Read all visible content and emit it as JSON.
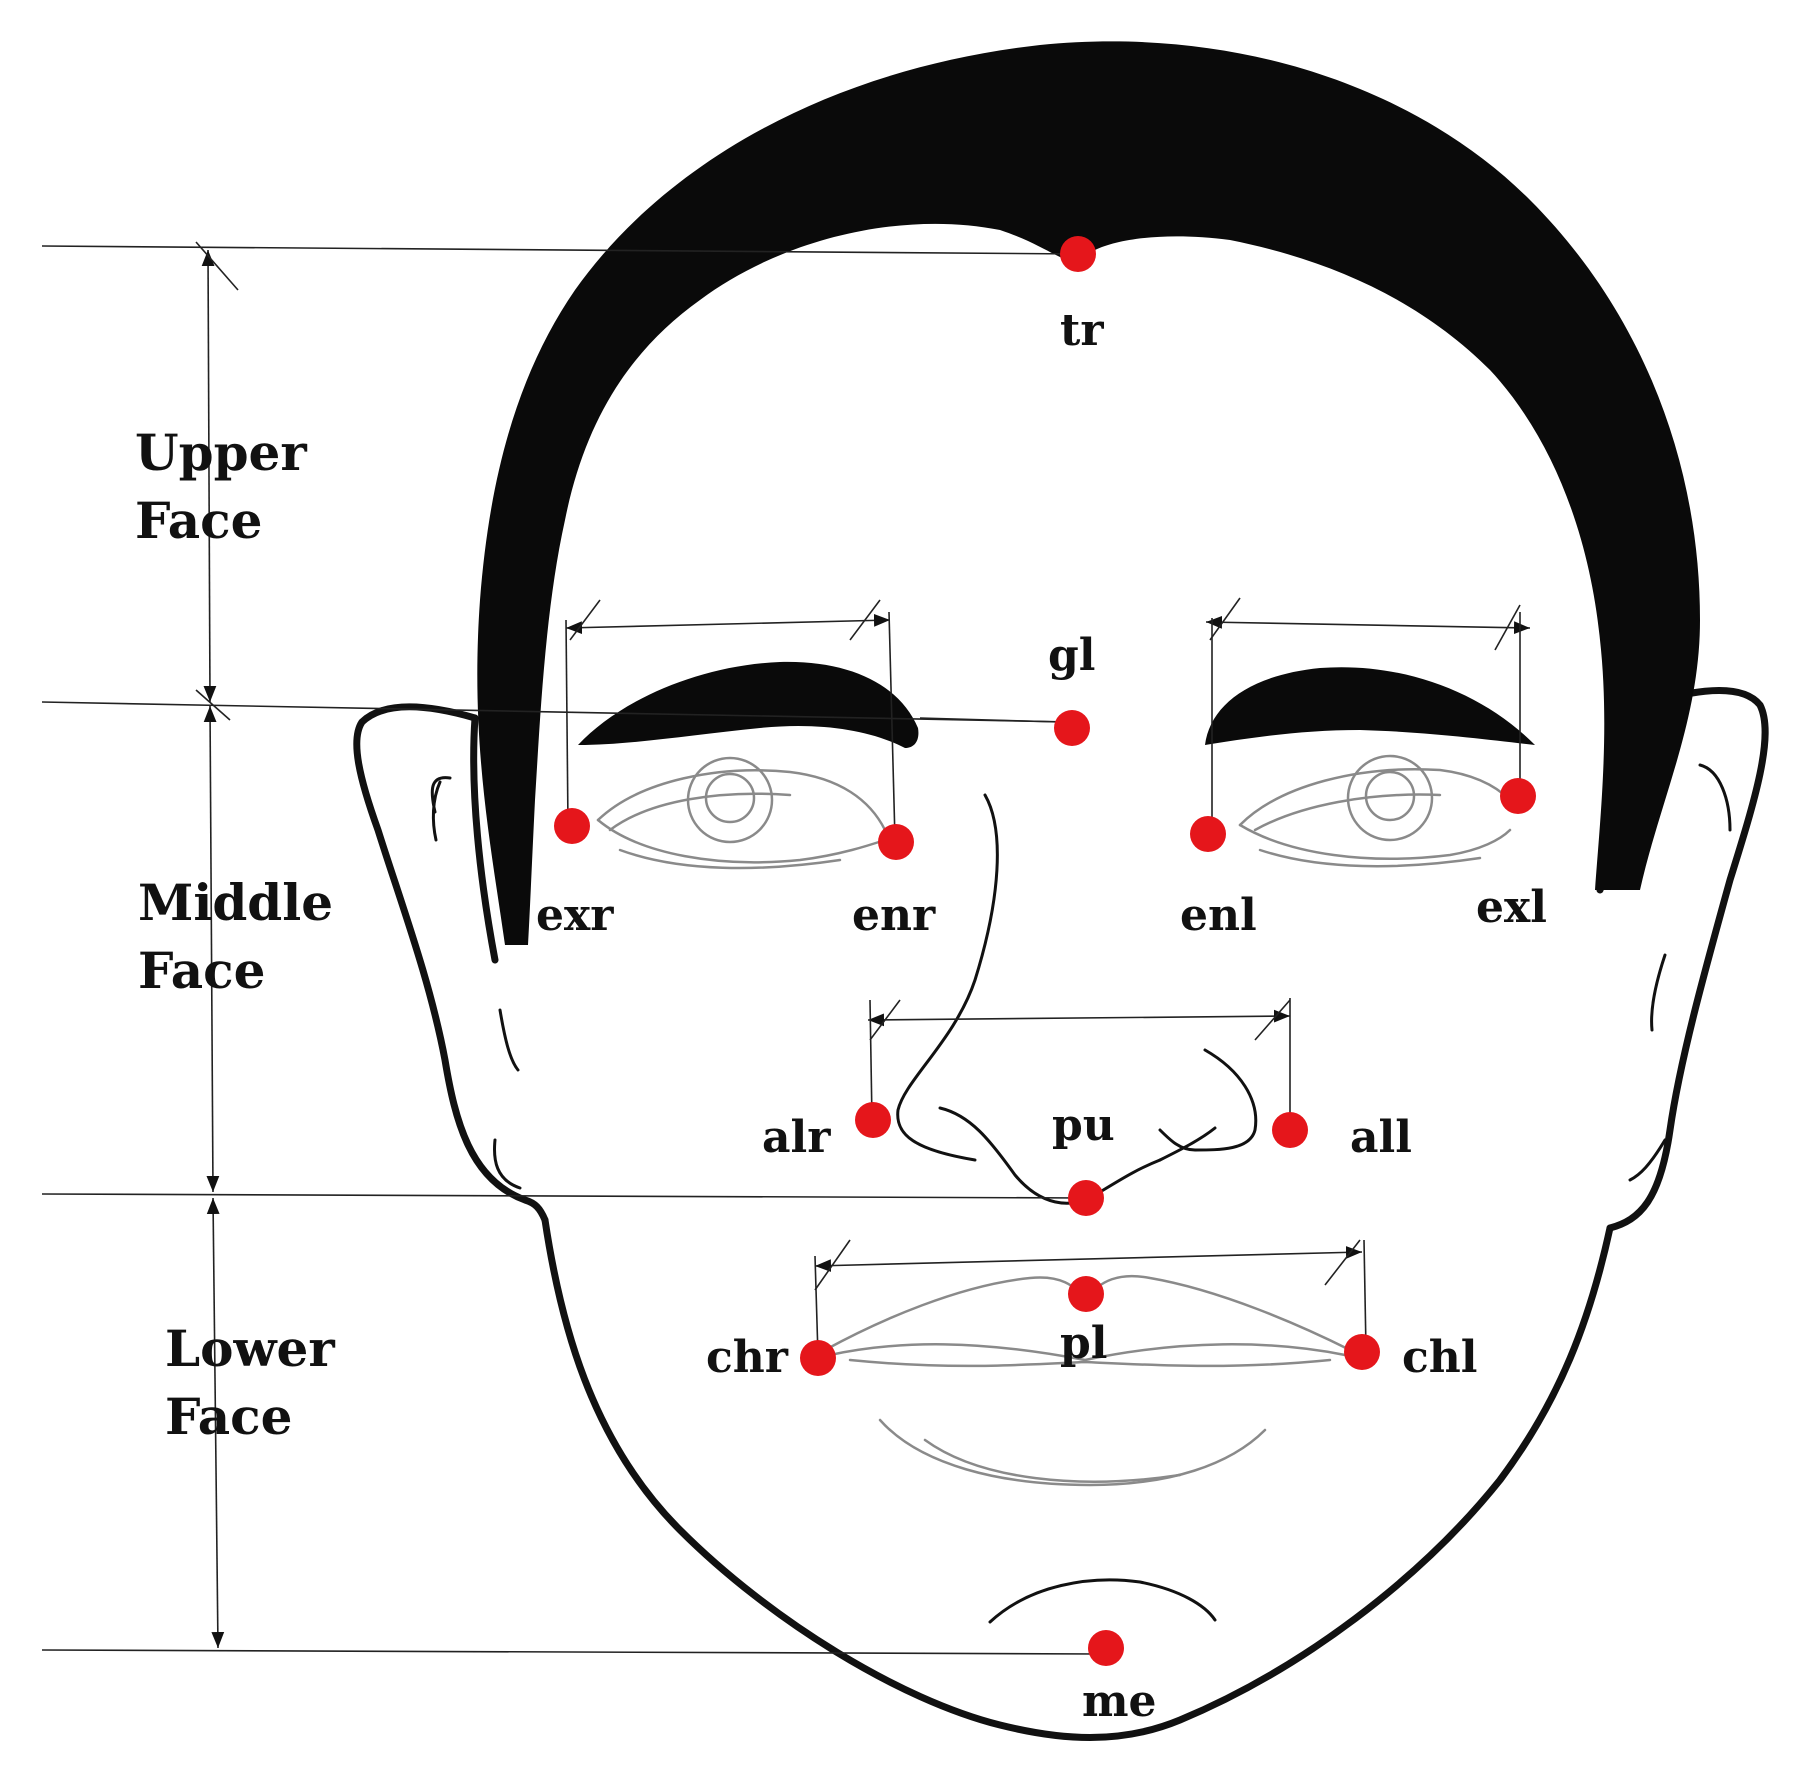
{
  "landmark_color": "#e5161b",
  "line_color": "#222222",
  "sections": [
    {
      "id": "upper",
      "line1": "Upper",
      "line2": "Face"
    },
    {
      "id": "middle",
      "line1": "Middle",
      "line2": "Face"
    },
    {
      "id": "lower",
      "line1": "Lower",
      "line2": "Face"
    }
  ],
  "landmarks": [
    {
      "id": "tr",
      "label": "tr"
    },
    {
      "id": "gl",
      "label": "gl"
    },
    {
      "id": "exr",
      "label": "exr"
    },
    {
      "id": "enr",
      "label": "enr"
    },
    {
      "id": "enl",
      "label": "enl"
    },
    {
      "id": "exl",
      "label": "exl"
    },
    {
      "id": "alr",
      "label": "alr"
    },
    {
      "id": "pu",
      "label": "pu"
    },
    {
      "id": "all",
      "label": "all"
    },
    {
      "id": "pl",
      "label": "pl"
    },
    {
      "id": "chr",
      "label": "chr"
    },
    {
      "id": "chl",
      "label": "chl"
    },
    {
      "id": "me",
      "label": "me"
    }
  ]
}
